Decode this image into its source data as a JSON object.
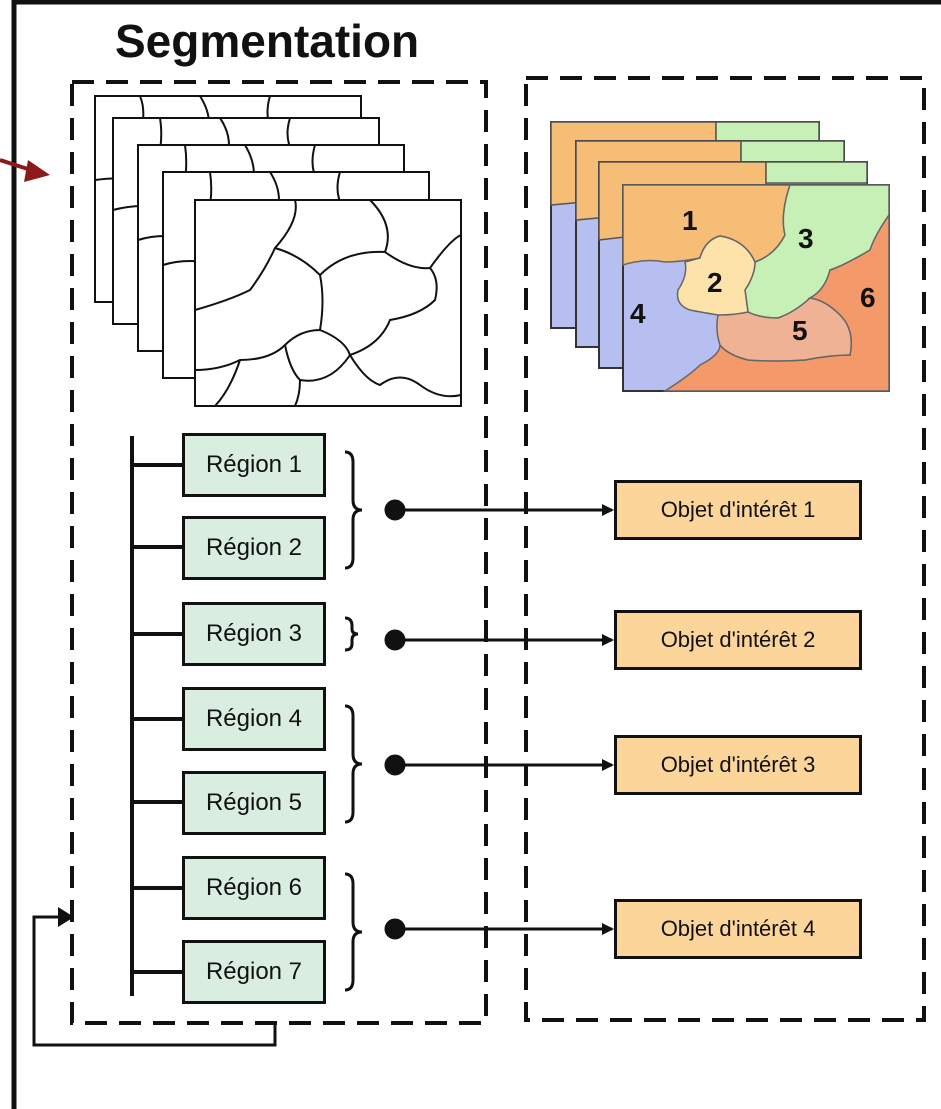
{
  "title": "Segmentation",
  "regions": [
    "Région 1",
    "Région 2",
    "Région 3",
    "Région 4",
    "Région 5",
    "Région 6",
    "Région 7"
  ],
  "objects": [
    "Objet d'intérêt 1",
    "Objet d'intérêt 2",
    "Objet d'intérêt 3",
    "Objet d'intérêt 4"
  ],
  "segment_labels": [
    "1",
    "2",
    "3",
    "4",
    "5",
    "6"
  ],
  "colors": {
    "region_fill": "#d9eee0",
    "object_fill": "#fcd59a",
    "seg_orange": "#f6bd76",
    "seg_green": "#c6f0b6",
    "seg_blue": "#b7bff0",
    "seg_light": "#fde3a9",
    "seg_salmon": "#efb295",
    "seg_red": "#f3996a",
    "input_arrow": "#8b1a1a"
  }
}
